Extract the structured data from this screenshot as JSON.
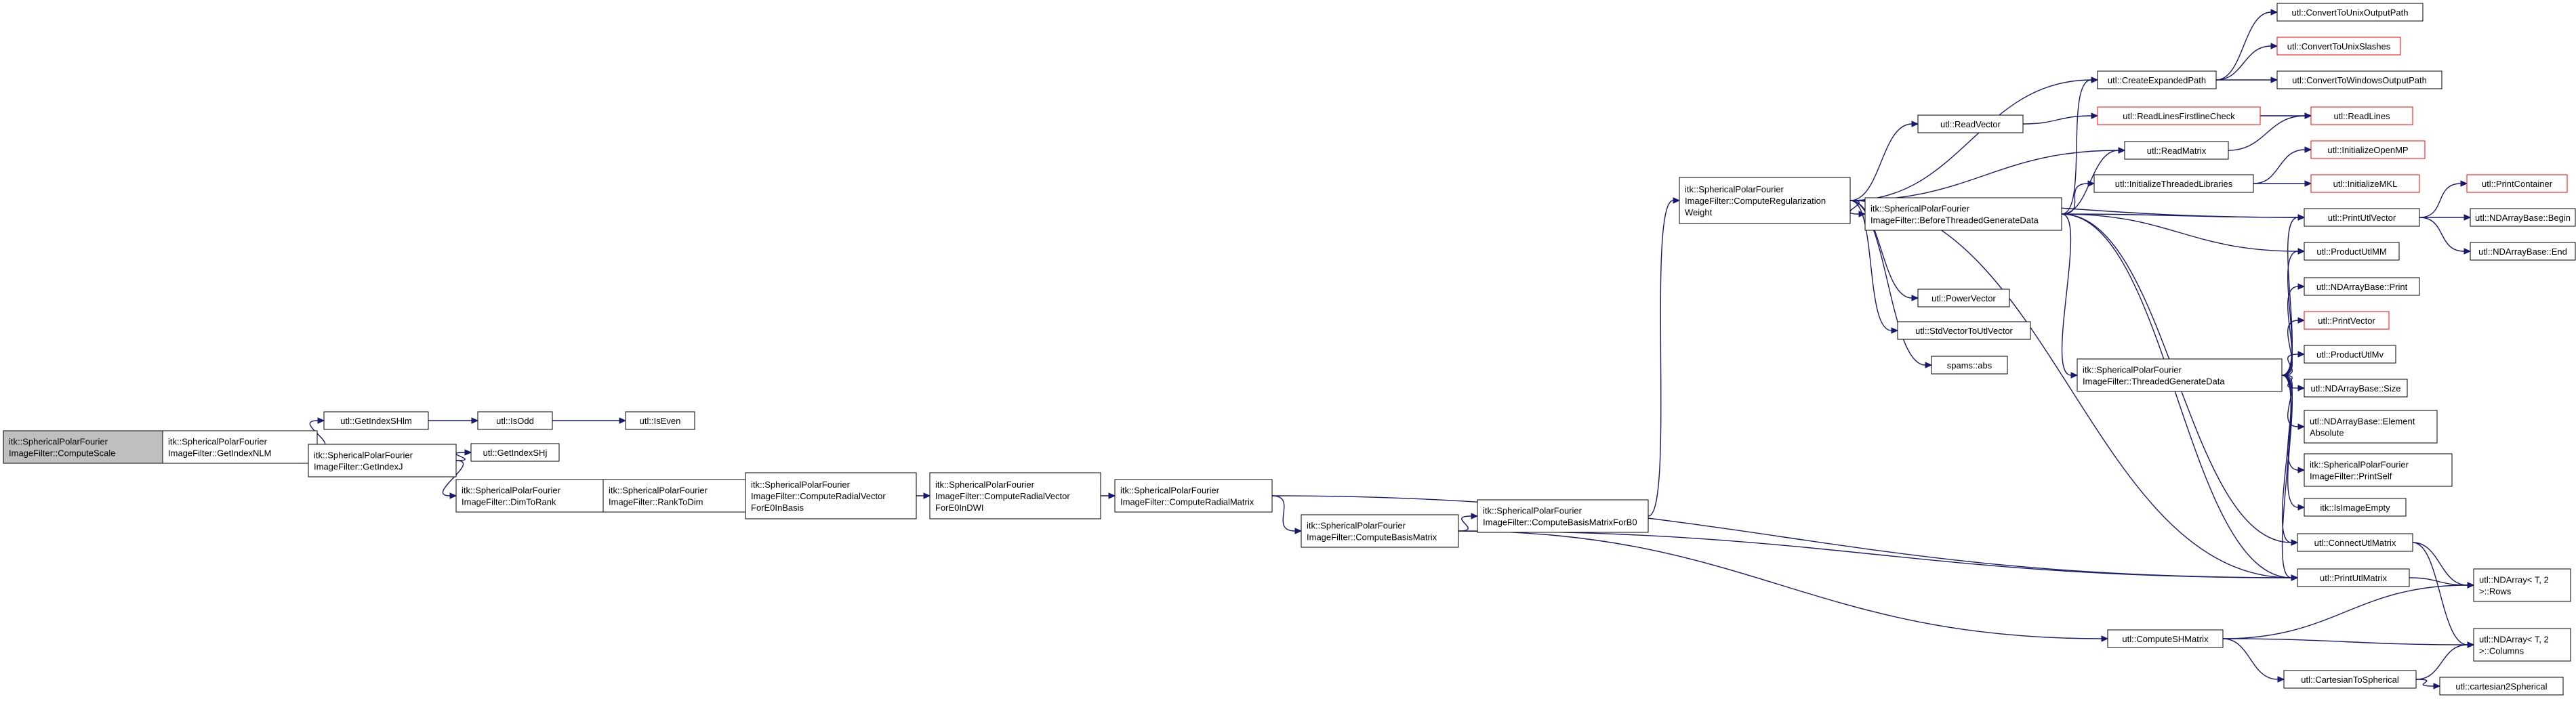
{
  "colors": {
    "edge": "#191970",
    "root_fill": "#bfbfbf",
    "node_fill": "#ffffff",
    "node_border": "#000000",
    "red_border": "#ff0000"
  },
  "nodes": {
    "root": {
      "lines": [
        "itk::SphericalPolarFourier",
        "ImageFilter::ComputeScale"
      ]
    },
    "getIndexNLM": {
      "lines": [
        "itk::SphericalPolarFourier",
        "ImageFilter::GetIndexNLM"
      ]
    },
    "getIndexSHlm": {
      "lines": [
        "utl::GetIndexSHlm"
      ]
    },
    "isOdd": {
      "lines": [
        "utl::IsOdd"
      ]
    },
    "isEven": {
      "lines": [
        "utl::IsEven"
      ]
    },
    "getIndexJ": {
      "lines": [
        "itk::SphericalPolarFourier",
        "ImageFilter::GetIndexJ"
      ]
    },
    "getIndexSHj": {
      "lines": [
        "utl::GetIndexSHj"
      ]
    },
    "dimToRank": {
      "lines": [
        "itk::SphericalPolarFourier",
        "ImageFilter::DimToRank"
      ]
    },
    "rankToDim": {
      "lines": [
        "itk::SphericalPolarFourier",
        "ImageFilter::RankToDim"
      ]
    },
    "radialInBasis": {
      "lines": [
        "itk::SphericalPolarFourier",
        "ImageFilter::ComputeRadialVector",
        "ForE0InBasis"
      ]
    },
    "radialInDWI": {
      "lines": [
        "itk::SphericalPolarFourier",
        "ImageFilter::ComputeRadialVector",
        "ForE0InDWI"
      ]
    },
    "radialMatrix": {
      "lines": [
        "itk::SphericalPolarFourier",
        "ImageFilter::ComputeRadialMatrix"
      ]
    },
    "basisMatrix": {
      "lines": [
        "itk::SphericalPolarFourier",
        "ImageFilter::ComputeBasisMatrix"
      ]
    },
    "basisMatrixE0": {
      "lines": [
        "itk::SphericalPolarFourier",
        "ImageFilter::ComputeBasisMatrixForB0"
      ]
    },
    "regWeight": {
      "lines": [
        "itk::SphericalPolarFourier",
        "ImageFilter::ComputeRegularization",
        "Weight"
      ]
    },
    "readVector": {
      "lines": [
        "utl::ReadVector"
      ]
    },
    "readMatrix": {
      "lines": [
        "utl::ReadMatrix"
      ]
    },
    "createExpanded": {
      "lines": [
        "utl::CreateExpandedPath"
      ]
    },
    "convUnixOut": {
      "lines": [
        "utl::ConvertToUnixOutputPath"
      ]
    },
    "convUnixSlash": {
      "lines": [
        "utl::ConvertToUnixSlashes"
      ]
    },
    "convWinOut": {
      "lines": [
        "utl::ConvertToWindowsOutputPath"
      ]
    },
    "readFirst": {
      "lines": [
        "utl::ReadLinesFirstlineCheck"
      ]
    },
    "readLines": {
      "lines": [
        "utl::ReadLines"
      ]
    },
    "initThreaded": {
      "lines": [
        "utl::InitializeThreadedLibraries"
      ]
    },
    "initOMP": {
      "lines": [
        "utl::InitializeOpenMP"
      ]
    },
    "initMKL": {
      "lines": [
        "utl::InitializeMKL"
      ]
    },
    "beforeThreaded": {
      "lines": [
        "itk::SphericalPolarFourier",
        "ImageFilter::BeforeThreadedGenerateData"
      ]
    },
    "powerVector": {
      "lines": [
        "utl::PowerVector"
      ]
    },
    "stdToUtl": {
      "lines": [
        "utl::StdVectorToUtlVector"
      ]
    },
    "spamsAbs": {
      "lines": [
        "spams::abs"
      ]
    },
    "threadedGen": {
      "lines": [
        "itk::SphericalPolarFourier",
        "ImageFilter::ThreadedGenerateData"
      ]
    },
    "printUtlVector": {
      "lines": [
        "utl::PrintUtlVector"
      ]
    },
    "printContainer": {
      "lines": [
        "utl::PrintContainer"
      ]
    },
    "ndBegin": {
      "lines": [
        "utl::NDArrayBase::Begin"
      ]
    },
    "ndEnd": {
      "lines": [
        "utl::NDArrayBase::End"
      ]
    },
    "productMM": {
      "lines": [
        "utl::ProductUtlMM"
      ]
    },
    "ndPrint": {
      "lines": [
        "utl::NDArrayBase::Print"
      ]
    },
    "printVector": {
      "lines": [
        "utl::PrintVector"
      ]
    },
    "productMv": {
      "lines": [
        "utl::ProductUtlMv"
      ]
    },
    "ndSize": {
      "lines": [
        "utl::NDArrayBase::Size"
      ]
    },
    "ndElemAbs": {
      "lines": [
        "utl::NDArrayBase::Element",
        "Absolute"
      ]
    },
    "printSelf": {
      "lines": [
        "itk::SphericalPolarFourier",
        "ImageFilter::PrintSelf"
      ]
    },
    "isImageEmpty": {
      "lines": [
        "itk::IsImageEmpty"
      ]
    },
    "connectMatrix": {
      "lines": [
        "utl::ConnectUtlMatrix"
      ]
    },
    "printMatrix": {
      "lines": [
        "utl::PrintUtlMatrix"
      ]
    },
    "ndRows": {
      "lines": [
        "utl::NDArray< T, 2",
        " >::Rows"
      ]
    },
    "ndCols": {
      "lines": [
        "utl::NDArray< T, 2",
        " >::Columns"
      ]
    },
    "computeSH": {
      "lines": [
        "utl::ComputeSHMatrix"
      ]
    },
    "cartToSph": {
      "lines": [
        "utl::CartesianToSpherical"
      ]
    },
    "cart2sph": {
      "lines": [
        "utl::cartesian2Spherical"
      ]
    }
  },
  "edges": [
    [
      "root",
      "getIndexNLM"
    ],
    [
      "getIndexNLM",
      "getIndexSHlm"
    ],
    [
      "getIndexNLM",
      "getIndexJ"
    ],
    [
      "getIndexSHlm",
      "isOdd"
    ],
    [
      "isOdd",
      "isEven"
    ],
    [
      "getIndexJ",
      "getIndexSHj"
    ],
    [
      "getIndexJ",
      "dimToRank"
    ],
    [
      "dimToRank",
      "rankToDim"
    ],
    [
      "rankToDim",
      "radialInBasis"
    ],
    [
      "radialInBasis",
      "radialInDWI"
    ],
    [
      "radialInDWI",
      "radialMatrix"
    ],
    [
      "radialMatrix",
      "basisMatrix"
    ],
    [
      "radialMatrix",
      "printMatrix"
    ],
    [
      "basisMatrix",
      "basisMatrixE0"
    ],
    [
      "basisMatrix",
      "printMatrix"
    ],
    [
      "basisMatrix",
      "computeSH"
    ],
    [
      "basisMatrixE0",
      "regWeight"
    ],
    [
      "regWeight",
      "createExpanded"
    ],
    [
      "regWeight",
      "readVector"
    ],
    [
      "regWeight",
      "readMatrix"
    ],
    [
      "regWeight",
      "printUtlVector"
    ],
    [
      "regWeight",
      "beforeThreaded"
    ],
    [
      "regWeight",
      "powerVector"
    ],
    [
      "regWeight",
      "stdToUtl"
    ],
    [
      "regWeight",
      "spamsAbs"
    ],
    [
      "regWeight",
      "printMatrix"
    ],
    [
      "createExpanded",
      "convUnixOut"
    ],
    [
      "createExpanded",
      "convUnixSlash"
    ],
    [
      "createExpanded",
      "convWinOut"
    ],
    [
      "readVector",
      "readFirst"
    ],
    [
      "readFirst",
      "readLines"
    ],
    [
      "readMatrix",
      "readLines"
    ],
    [
      "initThreaded",
      "initOMP"
    ],
    [
      "initThreaded",
      "initMKL"
    ],
    [
      "beforeThreaded",
      "createExpanded"
    ],
    [
      "beforeThreaded",
      "readMatrix"
    ],
    [
      "beforeThreaded",
      "initThreaded"
    ],
    [
      "beforeThreaded",
      "printUtlVector"
    ],
    [
      "beforeThreaded",
      "productMM"
    ],
    [
      "beforeThreaded",
      "threadedGen"
    ],
    [
      "beforeThreaded",
      "connectMatrix"
    ],
    [
      "beforeThreaded",
      "printMatrix"
    ],
    [
      "threadedGen",
      "printUtlVector"
    ],
    [
      "threadedGen",
      "productMM"
    ],
    [
      "threadedGen",
      "ndPrint"
    ],
    [
      "threadedGen",
      "printVector"
    ],
    [
      "threadedGen",
      "productMv"
    ],
    [
      "threadedGen",
      "ndSize"
    ],
    [
      "threadedGen",
      "ndElemAbs"
    ],
    [
      "threadedGen",
      "printSelf"
    ],
    [
      "threadedGen",
      "isImageEmpty"
    ],
    [
      "threadedGen",
      "connectMatrix"
    ],
    [
      "threadedGen",
      "printMatrix"
    ],
    [
      "printUtlVector",
      "printContainer"
    ],
    [
      "printUtlVector",
      "ndBegin"
    ],
    [
      "printUtlVector",
      "ndEnd"
    ],
    [
      "connectMatrix",
      "ndRows"
    ],
    [
      "connectMatrix",
      "ndCols"
    ],
    [
      "printMatrix",
      "ndRows"
    ],
    [
      "computeSH",
      "ndRows"
    ],
    [
      "computeSH",
      "ndCols"
    ],
    [
      "computeSH",
      "cartToSph"
    ],
    [
      "cartToSph",
      "ndCols"
    ],
    [
      "cartToSph",
      "cart2sph"
    ]
  ]
}
